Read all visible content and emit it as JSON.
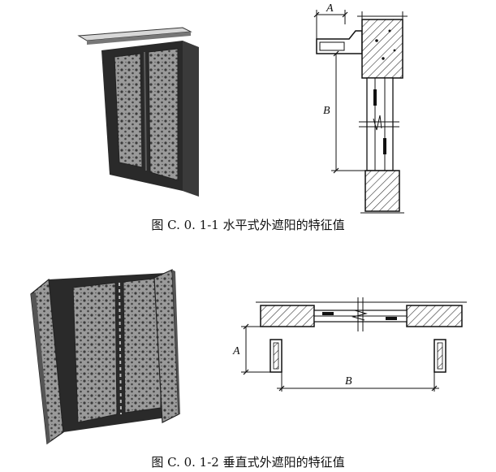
{
  "figure1": {
    "caption": "图 C. 0. 1-1   水平式外遮阳的特征值",
    "dim_a": "A",
    "dim_b": "B"
  },
  "figure2": {
    "caption": "图 C. 0. 1-2   垂直式外遮阳的特征值",
    "dim_a": "A",
    "dim_b": "B"
  },
  "colors": {
    "ink": "#111111",
    "frame": "#2a2a2a",
    "panel": "#8a8a8a"
  }
}
